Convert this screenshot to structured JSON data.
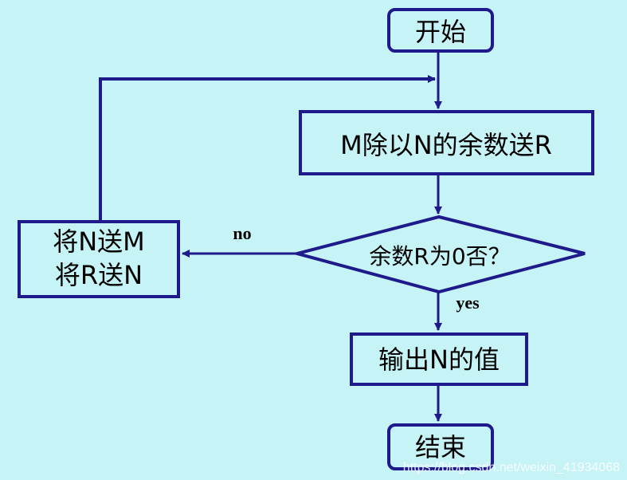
{
  "nodes": {
    "start": "开始",
    "compute": "M除以N的余数送R",
    "decision": "余数R为0否？",
    "swap_line1": "将N送M",
    "swap_line2": "将R送N",
    "output": "输出N的值",
    "end": "结束"
  },
  "edges": {
    "no_label": "no",
    "yes_label": "yes"
  },
  "watermark": "https://blog.csdn.net/weixin_41934068",
  "colors": {
    "background": "#c6f3f5",
    "stroke": "#1f1a8c",
    "text": "#000000"
  }
}
